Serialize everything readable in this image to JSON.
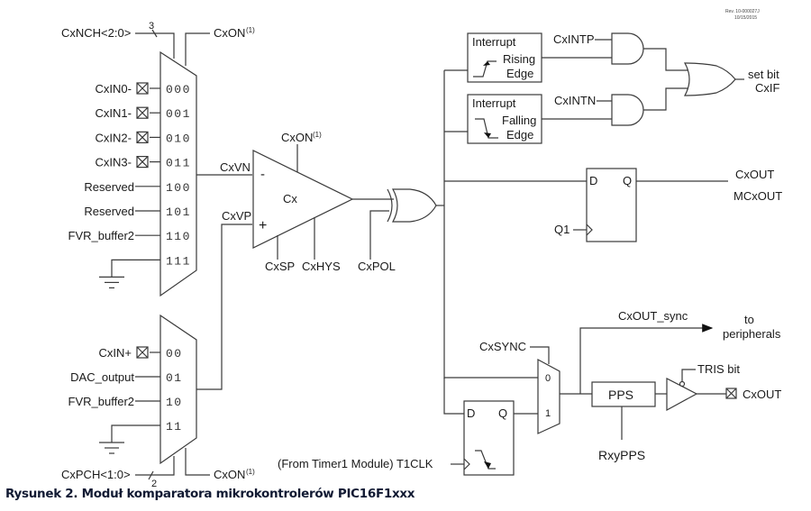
{
  "revision": {
    "line1": "Rev. 10-000027J",
    "line2": "10/15/2015"
  },
  "caption": "Rysunek 2. Moduł komparatora mikrokontrolerów PIC16F1xxx",
  "neg_mux": {
    "select_label": "CxNCH<2:0>",
    "bus_width": "3",
    "enable_label": "CxON",
    "enable_sup": "(1)",
    "inputs": [
      {
        "label": "CxIN0-",
        "code": "000",
        "pin": true
      },
      {
        "label": "CxIN1-",
        "code": "001",
        "pin": true
      },
      {
        "label": "CxIN2-",
        "code": "010",
        "pin": true
      },
      {
        "label": "CxIN3-",
        "code": "011",
        "pin": true
      },
      {
        "label": "Reserved",
        "code": "100",
        "pin": false
      },
      {
        "label": "Reserved",
        "code": "101",
        "pin": false
      },
      {
        "label": "FVR_buffer2",
        "code": "110",
        "pin": false
      },
      {
        "label": "",
        "code": "111",
        "pin": false,
        "ground": true
      }
    ]
  },
  "pos_mux": {
    "select_label": "CxPCH<1:0>",
    "bus_width": "2",
    "enable_label": "CxON",
    "enable_sup": "(1)",
    "inputs": [
      {
        "label": "CxIN+",
        "code": "00",
        "pin": true
      },
      {
        "label": "DAC_output",
        "code": "01",
        "pin": false
      },
      {
        "label": "FVR_buffer2",
        "code": "10",
        "pin": false
      },
      {
        "label": "",
        "code": "11",
        "pin": false,
        "ground": true
      }
    ]
  },
  "comparator": {
    "name": "Cx",
    "enable_label": "CxON",
    "enable_sup": "(1)",
    "vn_label": "CxVN",
    "vp_label": "CxVP",
    "minus": "-",
    "plus": "+",
    "sp_label": "CxSP",
    "hys_label": "CxHYS"
  },
  "polarity": {
    "label": "CxPOL"
  },
  "interrupts": {
    "rising": {
      "title": "Interrupt",
      "line1": "Rising",
      "line2": "Edge",
      "enable": "CxINTP"
    },
    "falling": {
      "title": "Interrupt",
      "line1": "Falling",
      "line2": "Edge",
      "enable": "CxINTN"
    },
    "output": {
      "line1": "set bit",
      "line2": "CxIF"
    }
  },
  "latch": {
    "d": "D",
    "q": "Q",
    "clock": "Q1",
    "out1": "CxOUT",
    "out2": "MCxOUT"
  },
  "sync": {
    "select_label": "CxSYNC",
    "in0": "0",
    "in1": "1",
    "ff_d": "D",
    "ff_q": "Q",
    "clock_label": "(From Timer1 Module)  T1CLK",
    "sync_out": "CxOUT_sync",
    "dest_line1": "to",
    "dest_line2": "peripherals"
  },
  "pps": {
    "label": "PPS",
    "reg": "RxyPPS",
    "tris": "TRIS bit",
    "pin_out": "CxOUT"
  }
}
